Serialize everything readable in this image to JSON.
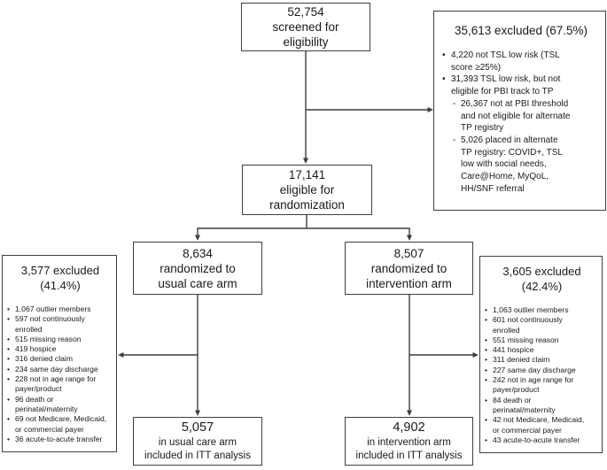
{
  "diagram": {
    "colors": {
      "background": "#ffffff",
      "border": "#3f3f3f",
      "line": "#3d3d3d",
      "text": "#1a1a1a"
    },
    "markers": {
      "bullet": "•",
      "dash": "-"
    },
    "boxes": {
      "screened": {
        "lines": [
          "52,754",
          "screened for",
          "eligibility"
        ]
      },
      "eligible": {
        "lines": [
          "17,141",
          "eligible for",
          "randomization"
        ]
      },
      "usual_arm": {
        "lines": [
          "8,634",
          "randomized to",
          "usual care arm"
        ]
      },
      "intervention_arm": {
        "lines": [
          "8,507",
          "randomized to",
          "intervention arm"
        ]
      },
      "itt_usual": {
        "value": "5,057",
        "label_lines": [
          "in usual care arm",
          "included in ITT analysis"
        ]
      },
      "itt_intervention": {
        "value": "4,902",
        "label_lines": [
          "in intervention arm",
          "included in ITT analysis"
        ]
      }
    },
    "excluded_screening": {
      "title": "35,613 excluded (67.5%)",
      "bullets": [
        {
          "lines": [
            "4,220 not TSL low risk (TSL",
            "score ≥25%)"
          ]
        },
        {
          "lines": [
            "31,393 TSL low risk, but not",
            "eligible for PBI track to TP"
          ],
          "subs": [
            [
              "26,367 not at PBI threshold",
              "and not eligible for alternate",
              "TP registry"
            ],
            [
              "5,026 placed in alternate",
              "TP registry: COVID+, TSL",
              "low with social needs,",
              "Care@Home, MyQoL,",
              "HH/SNF referral"
            ]
          ]
        }
      ]
    },
    "excluded_usual": {
      "title_lines": [
        "3,577 excluded",
        "(41.4%)"
      ],
      "bullets": [
        [
          "1,067 outlier members"
        ],
        [
          "597 not continuously",
          "enrolled"
        ],
        [
          "515 missing reason"
        ],
        [
          "419 hospice"
        ],
        [
          "316 denied claim"
        ],
        [
          "234 same day discharge"
        ],
        [
          "228 not in age range for",
          "payer/product"
        ],
        [
          "96 death or",
          "perinatal/maternity"
        ],
        [
          "69 not Medicare, Medicaid,",
          "or commercial payer"
        ],
        [
          "36 acute-to-acute transfer"
        ]
      ]
    },
    "excluded_intervention": {
      "title_lines": [
        "3,605 excluded",
        "(42.4%)"
      ],
      "bullets": [
        [
          "1,063 outlier members"
        ],
        [
          "601 not continuously",
          "enrolled"
        ],
        [
          "551 missing reason"
        ],
        [
          "441 hospice"
        ],
        [
          "311 denied claim"
        ],
        [
          "227 same day discharge"
        ],
        [
          "242 not in age range for",
          "payer/product"
        ],
        [
          "84 death or",
          "perinatal/maternity"
        ],
        [
          "42 not Medicare, Medicaid,",
          "or commercial payer"
        ],
        [
          "43 acute-to-acute transfer"
        ]
      ]
    }
  }
}
